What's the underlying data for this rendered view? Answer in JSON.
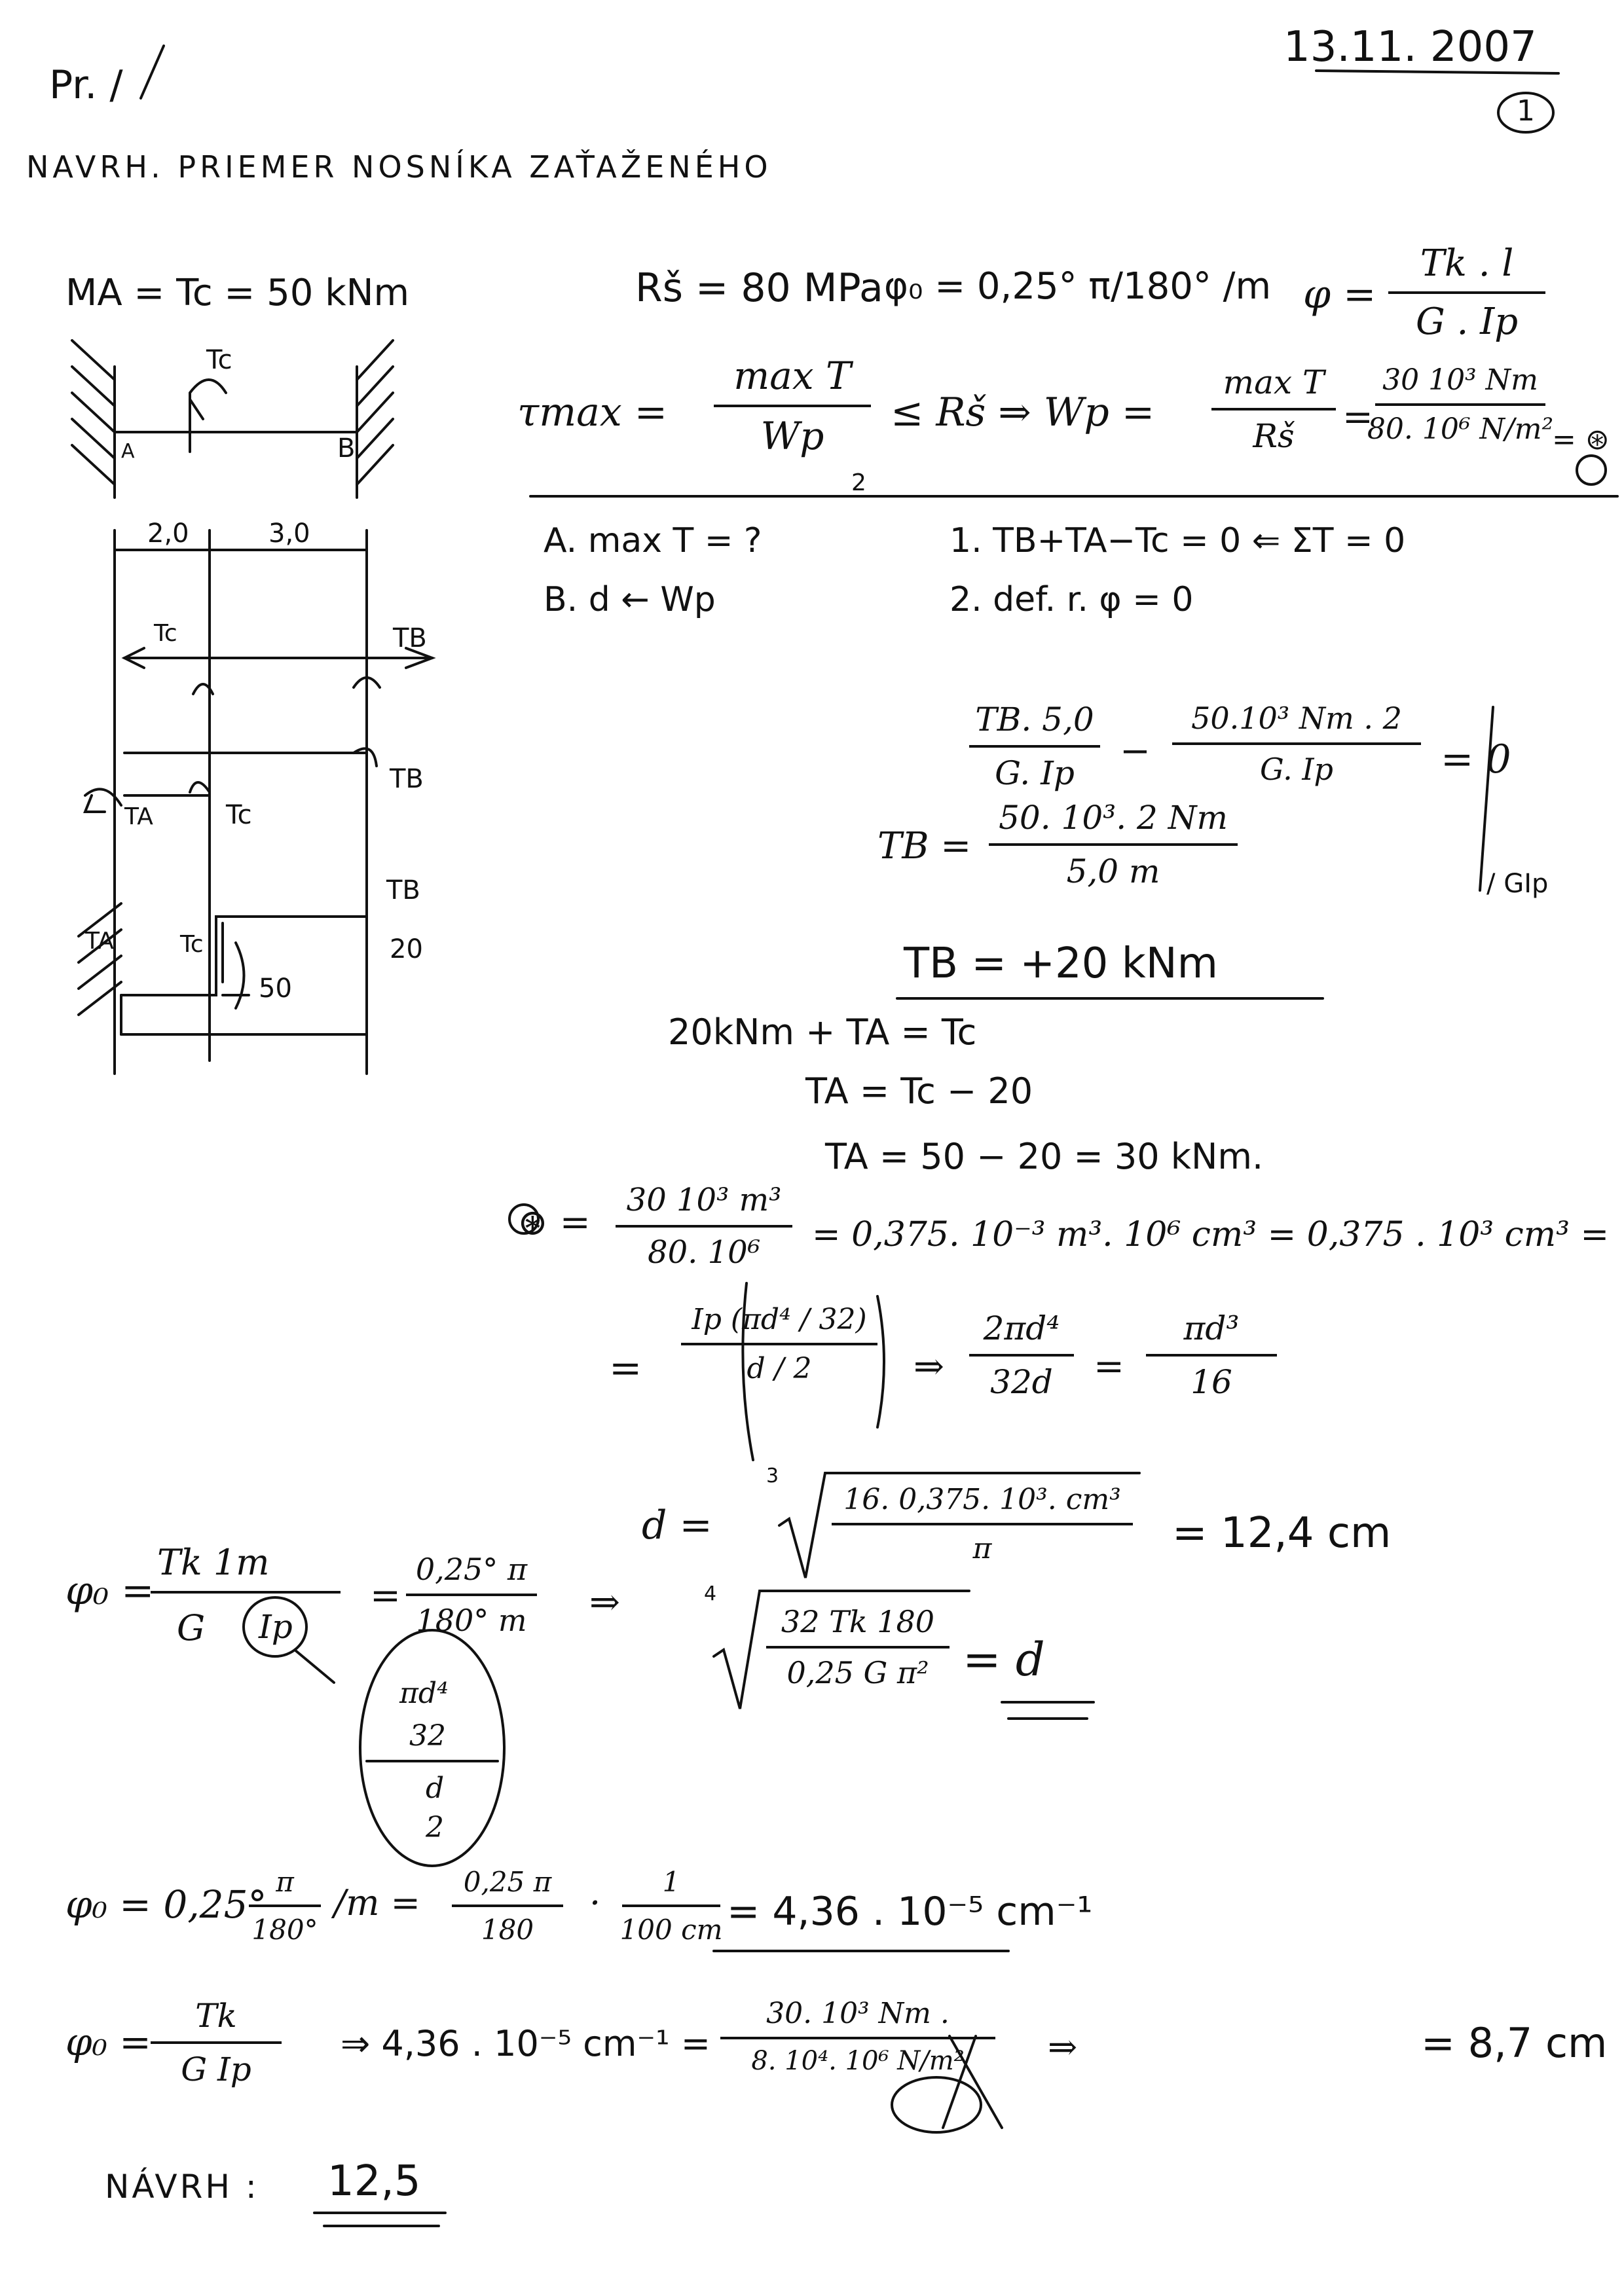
{
  "header": {
    "date": "13.11. 2007",
    "page_number": "1",
    "problem_label": "Pr. /",
    "title": "NAVRH. PRIEMER NOSNÍKA ZAŤAŽENÉHO"
  },
  "givens": {
    "moment": "MA = Tc = 50 kNm",
    "allowable_stress": "Rš = 80 MPa",
    "twist_limit": "φ₀ = 0,25° π/180° /m",
    "twist_formula_lhs": "φ =",
    "twist_formula_num": "Tk . l",
    "twist_formula_den": "G . Ip"
  },
  "shear_condition": {
    "tau_lhs": "τmax =",
    "num": "max T",
    "den": "Wp",
    "den_mark": "2",
    "relation": "≤ Rš ⇒ Wp =",
    "num2": "max T",
    "den2": "Rš",
    "eq": "=",
    "num3": "30 10³ Nm",
    "den3": "80. 10⁶ N/m²",
    "star": "=  ⊛"
  },
  "steps": {
    "a": "A. max T = ?",
    "b": "B. d ← Wp",
    "eq1": "1. TB+TA−Tc = 0  ⇐ ΣT = 0",
    "eq2": "2. def. r. φ = 0"
  },
  "beam": {
    "tc_label": "Tc",
    "a_label": "A",
    "b_label": "B",
    "dim1": "2,0",
    "dim2": "3,0",
    "tc_fbd": "Tc",
    "tb_fbd": "TB",
    "tb_fbd2": "TB",
    "ta_fbd": "TA",
    "tc_fbd2": "Tc",
    "diag_tb": "TB",
    "diag_ta": "TA",
    "diag_tc": "Tc",
    "diag_20": "20",
    "diag_50": "50"
  },
  "compat": {
    "num1": "TB. 5,0",
    "den1": "G. Ip",
    "minus": "−",
    "num2": "50.10³ Nm . 2",
    "den2": "G. Ip",
    "eq": "= 0",
    "side": "/ GIp",
    "tb_lhs": "TB =",
    "tb_num": "50. 10³. 2 Nm",
    "tb_den": "5,0 m",
    "tb_result": "TB = +20 kNm",
    "sum1": "20kNm + TA = Tc",
    "sum2": "TA = Tc − 20",
    "sum3": "TA = 50 − 20 = 30 kNm."
  },
  "wp_calc": {
    "lhs": "⊛ =",
    "num": "30 10³ m³",
    "den": "80. 10⁶",
    "rest": "= 0,375. 10⁻³ m³. 10⁶ cm³ = 0,375 . 10³ cm³ =",
    "eq2": "=",
    "ip_over": "Ip  (πd⁴ / 32)",
    "ip_under": "d / 2",
    "implies": "⇒",
    "f1_num": "2πd⁴",
    "f1_den": "32d",
    "eq3": "=",
    "f2_num": "πd³",
    "f2_den": "16",
    "d_lhs": "d =",
    "root_index": "3",
    "root_num": "16. 0,375. 10³. cm³",
    "root_den": "π",
    "d_result": "= 12,4 cm"
  },
  "twist_calc": {
    "lhs": "φ₀ =",
    "num": "Tk 1m",
    "den_g": "G",
    "den_ip": "Ip",
    "eq": "=",
    "rhs_num": "0,25° π",
    "rhs_den": "180° m",
    "implies": "⇒",
    "root_index": "4",
    "root_num": "32 Tk 180",
    "root_den": "0,25 G π²",
    "root_eq": "= d",
    "ellipse_num": "πd⁴",
    "ellipse_mid": "32",
    "ellipse_den_num": "d",
    "ellipse_den_den": "2",
    "line1_lhs": "φ₀ = 0,25°",
    "line1_frac_num": "π",
    "line1_frac_den": "180°",
    "line1_per": "/m =",
    "line1_f2_num": "0,25 π",
    "line1_f2_den": "180",
    "line1_dot": "·",
    "line1_f3_num": "1",
    "line1_f3_den": "100 cm",
    "line1_result": "= 4,36 . 10⁻⁵ cm⁻¹",
    "line2_lhs": "φ₀ =",
    "line2_num": "Tk",
    "line2_den": "G Ip",
    "line2_mid": "⇒ 4,36 . 10⁻⁵ cm⁻¹ =",
    "line2_rnum": "30. 10³ Nm .",
    "line2_rden": "8. 10⁴. 10⁶ N/m²",
    "line2_implies": "⇒",
    "line2_result": "= 8,7 cm"
  },
  "conclusion": {
    "label": "NÁVRH :",
    "value": "12,5"
  }
}
